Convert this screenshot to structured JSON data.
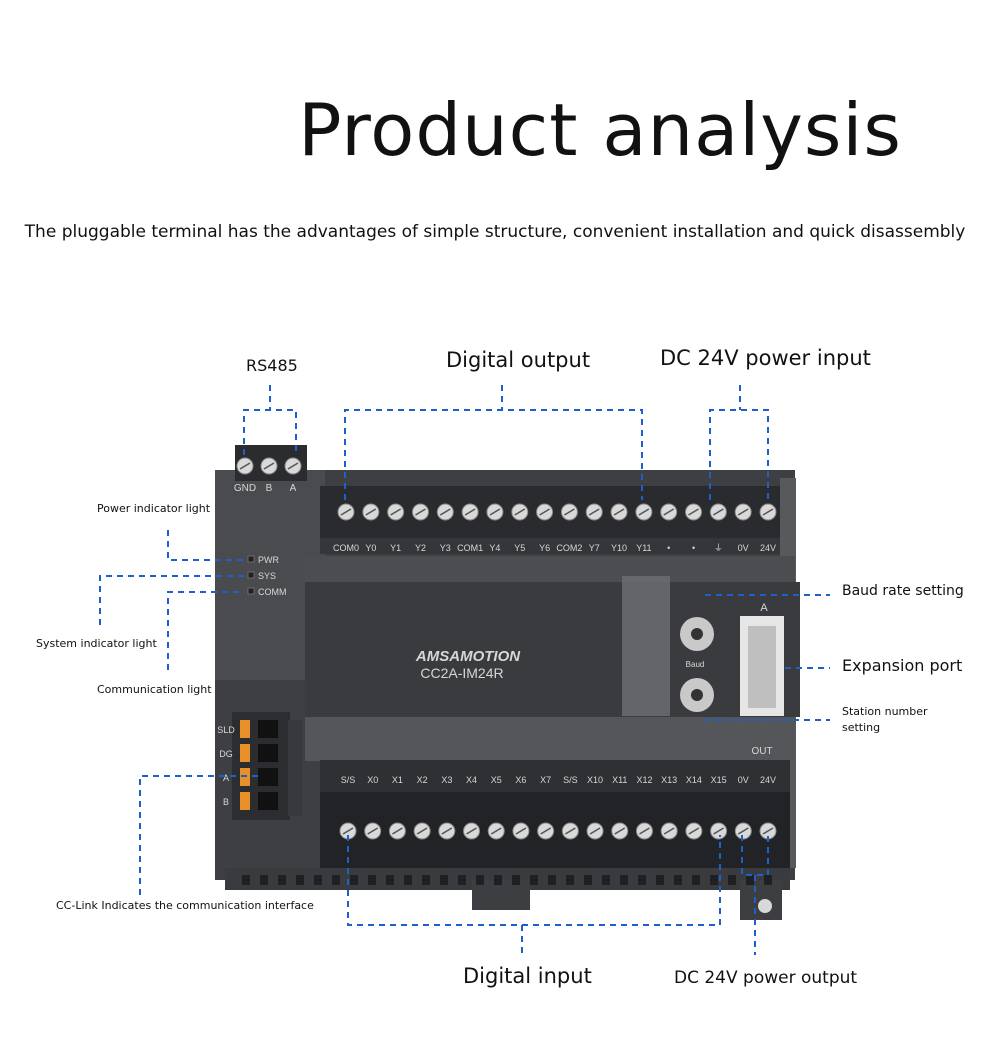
{
  "header": {
    "title": "Product analysis",
    "subtitle": "The pluggable terminal has the advantages of simple structure, convenient installation and quick disassembly"
  },
  "callouts": {
    "rs485": "RS485",
    "digital_output": "Digital output",
    "dc24v_input": "DC 24V power input",
    "power_indicator": "Power indicator light",
    "system_indicator": "System indicator light",
    "communication_light": "Communication light",
    "baud_rate": "Baud rate setting",
    "expansion_port": "Expansion port",
    "station_number": "Station number setting",
    "cclink": "CC-Link Indicates the communication interface",
    "digital_input": "Digital input",
    "dc24v_output": "DC 24V power output"
  },
  "device": {
    "brand": "AMSAMOTION",
    "model": "CC2A-IM24R",
    "rs485_pins": [
      "GND",
      "B",
      "A"
    ],
    "leds": [
      "PWR",
      "SYS",
      "COMM"
    ],
    "top_terminals": [
      "COM0",
      "Y0",
      "Y1",
      "Y2",
      "Y3",
      "COM1",
      "Y4",
      "Y5",
      "Y6",
      "COM2",
      "Y7",
      "Y10",
      "Y11",
      "•",
      "•",
      "⏚",
      "0V",
      "24V"
    ],
    "bottom_terminals": [
      "S/S",
      "X0",
      "X1",
      "X2",
      "X3",
      "X4",
      "X5",
      "X6",
      "X7",
      "S/S",
      "X10",
      "X11",
      "X12",
      "X13",
      "X14",
      "X15",
      "0V",
      "24V"
    ],
    "cclink_pins": [
      "SLD",
      "DG",
      "A",
      "B"
    ],
    "baud_label": "Baud",
    "expansion_label": "A",
    "out_label": "OUT",
    "accent_color": "#1f5fc8"
  }
}
